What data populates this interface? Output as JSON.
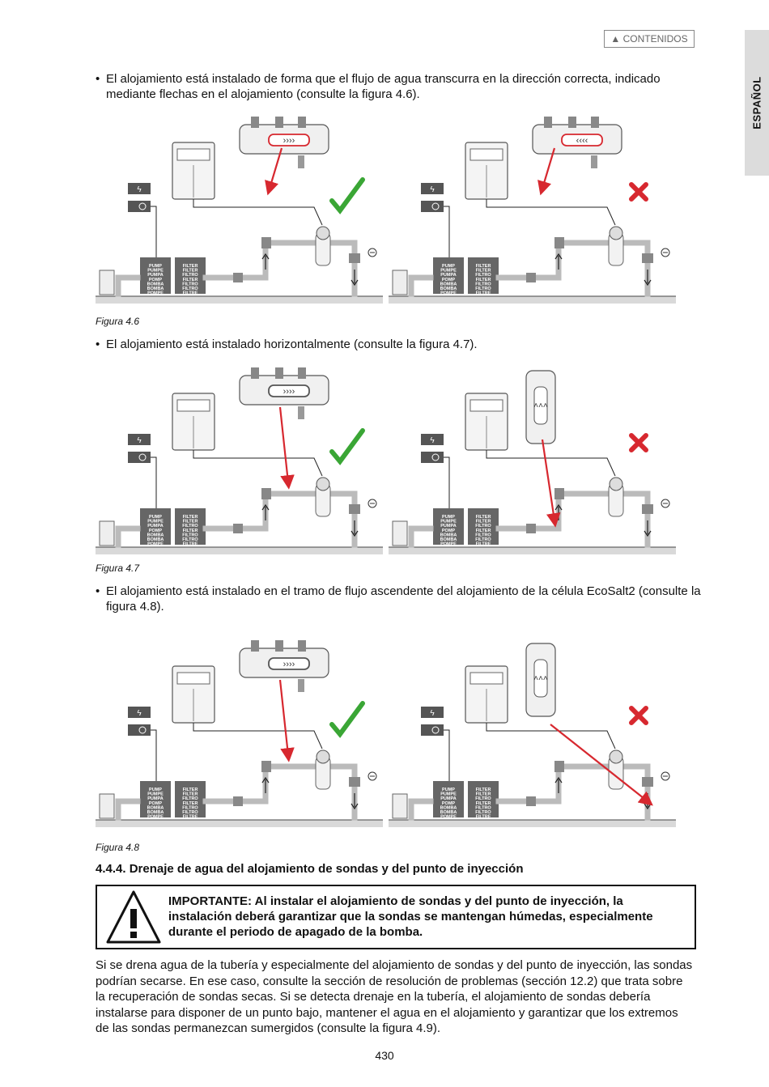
{
  "nav": {
    "contents_button": "▲ CONTENIDOS"
  },
  "language_tab": "ESPAÑOL",
  "bullets": [
    "El alojamiento está instalado de forma que el flujo de agua transcurra en la dirección correcta, indicado mediante flechas en el alojamiento (consulte la figura 4.6).",
    "El alojamiento está instalado horizontalmente (consulte la figura 4.7).",
    "El alojamiento está instalado en el tramo de flujo ascendente del alojamiento de la célula EcoSalt2 (consulte la figura 4.8)."
  ],
  "captions": [
    "Figura 4.6",
    "Figura 4.7",
    "Figura 4.8"
  ],
  "diagram_labels": {
    "pump": [
      "PUMP",
      "PUMPE",
      "PUMPA",
      "POMP",
      "BOMBA",
      "BOMBA",
      "POMPE"
    ],
    "filter": [
      "FILTER",
      "FILTER",
      "FILTRO",
      "FILTER",
      "FILTRO",
      "FILTRO",
      "FILTRE"
    ]
  },
  "section_heading": "4.4.4. Drenaje de agua del alojamiento de sondas y del punto de inyección",
  "warning": "IMPORTANTE: Al instalar el alojamiento de sondas y del punto de inyección, la instalación deberá garantizar que la sondas se mantengan húmedas, especialmente durante el periodo de apagado de la bomba.",
  "body_paragraph": "Si se drena agua de la tubería y especialmente del alojamiento de sondas y del punto de inyección, las sondas podrían secarse. En ese caso, consulte la sección de resolución de problemas  (sección 12.2) que trata sobre la recuperación de sondas secas. Si se detecta drenaje en la tubería, el alojamiento de sondas debería instalarse para disponer de un punto bajo, mantener el agua en el alojamiento y garantizar que los extremos de las sondas permanezcan sumergidos (consulte la figura 4.9).",
  "page_number": "430",
  "colors": {
    "correct": "#3aa635",
    "incorrect": "#d7282f",
    "arrow": "#d7282f",
    "tab_bg": "#dcdcdc"
  }
}
